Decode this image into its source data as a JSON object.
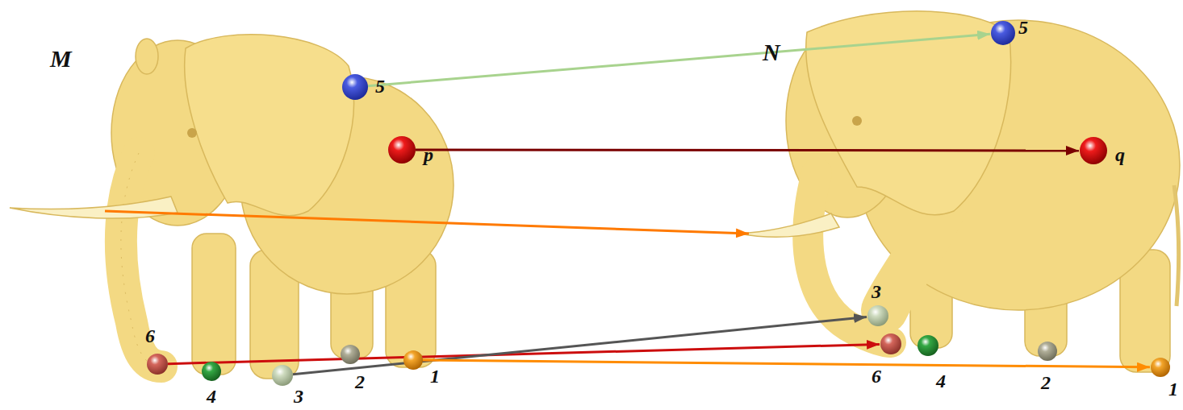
{
  "diagram": {
    "nodes": [
      {
        "text": [
          "5"
        ]
      },
      {
        "text": [
          "p"
        ]
      },
      {
        "text": [
          "6"
        ]
      },
      {
        "text": [
          "4"
        ]
      },
      {
        "text": [
          "3"
        ]
      },
      {
        "text": [
          "2"
        ]
      },
      {
        "text": [
          "1"
        ]
      },
      {
        "text": [
          "5"
        ]
      },
      {
        "text": [
          "q"
        ]
      },
      {
        "text": [
          "3"
        ]
      },
      {
        "text": [
          "6"
        ]
      },
      {
        "text": [
          "4"
        ]
      },
      {
        "text": [
          "2"
        ]
      },
      {
        "text": [
          "1"
        ]
      }
    ],
    "edges": [
      {
        "from": 0,
        "to": 7,
        "arrow": "to"
      },
      {
        "from": 1,
        "to": 8,
        "arrow": "to"
      },
      {
        "from": 2,
        "to": 10,
        "arrow": "to"
      },
      {
        "from": 4,
        "to": 9,
        "arrow": "to"
      },
      {
        "from": 6,
        "to": 13,
        "arrow": "to"
      }
    ],
    "labels": [
      "M",
      "N"
    ]
  }
}
